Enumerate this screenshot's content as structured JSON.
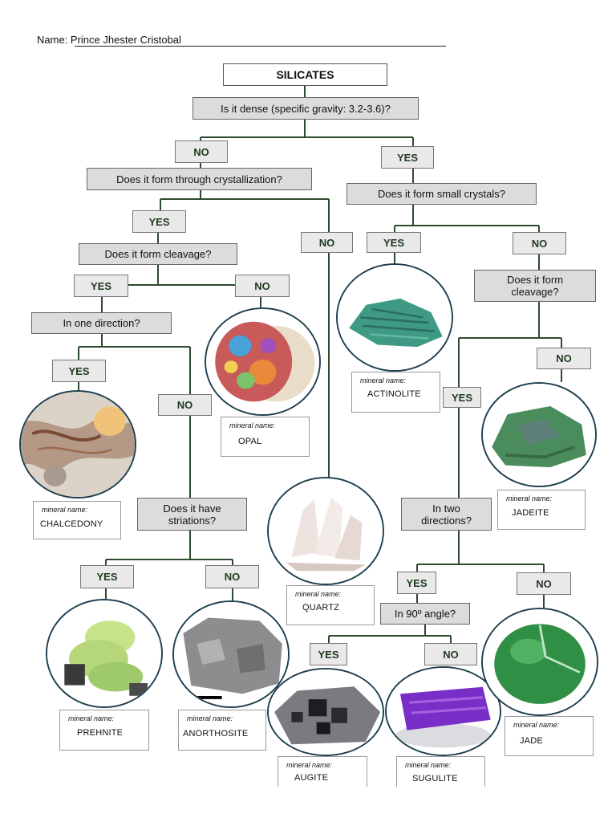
{
  "header": {
    "name_label": "Name:",
    "student_name": "Prince Jhester Cristobal"
  },
  "tree": {
    "root": "SILICATES",
    "q_dense": "Is it dense (specific gravity: 3.2-3.6)?",
    "q_crystallization": "Does it form through crystallization?",
    "q_small_crystals": "Does it form small crystals?",
    "q_cleavage_left": "Does it form cleavage?",
    "q_cleavage_right": "Does it form cleavage?",
    "q_one_direction": "In one direction?",
    "q_striations": "Does it have striations?",
    "q_two_directions": "In two directions?",
    "q_90_angle": "In 90º angle?",
    "yes": "YES",
    "no": "NO"
  },
  "minerals": {
    "label": "mineral name:",
    "chalcedony": "CHALCEDONY",
    "opal": "OPAL",
    "actinolite": "ACTINOLITE",
    "jadeite": "JADEITE",
    "quartz": "QUARTZ",
    "prehnite": "PREHNITE",
    "anorthosite": "ANORTHOSITE",
    "augite": "AUGITE",
    "sugulite": "SUGULITE",
    "jade": "JADE"
  },
  "colors": {
    "connector": "#2e4a2e",
    "box_fill": "#e2e2e2",
    "photo_ring": "#1f3f4f"
  }
}
